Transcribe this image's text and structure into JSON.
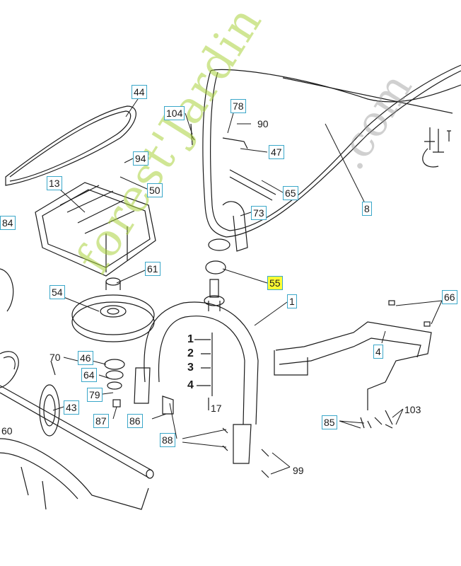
{
  "watermark": {
    "main": "forest'Jardin",
    "suffix": ".com",
    "main_color": "#b6d84a",
    "suffix_color": "#9a9a9a"
  },
  "colors": {
    "callout_border": "#3aa7c9",
    "highlight_fill": "#ffff33",
    "line": "#1a1a1a"
  },
  "parts": {
    "p44": "44",
    "p104": "104",
    "p78": "78",
    "p90": "90",
    "p47": "47",
    "p94": "94",
    "p13": "13",
    "p50": "50",
    "p65": "65",
    "p8": "8",
    "p84": "84",
    "p73": "73",
    "p61": "61",
    "p55": "55",
    "p54": "54",
    "p1": "1",
    "p66": "66",
    "p70": "70",
    "p46": "46",
    "p4": "4",
    "p64": "64",
    "p79": "79",
    "p43": "43",
    "p87": "87",
    "p86": "86",
    "p17": "17",
    "p85": "85",
    "p103": "103",
    "p88": "88",
    "p99": "99",
    "p60": "60"
  },
  "positions_legend": [
    "1",
    "2",
    "3",
    "4"
  ]
}
